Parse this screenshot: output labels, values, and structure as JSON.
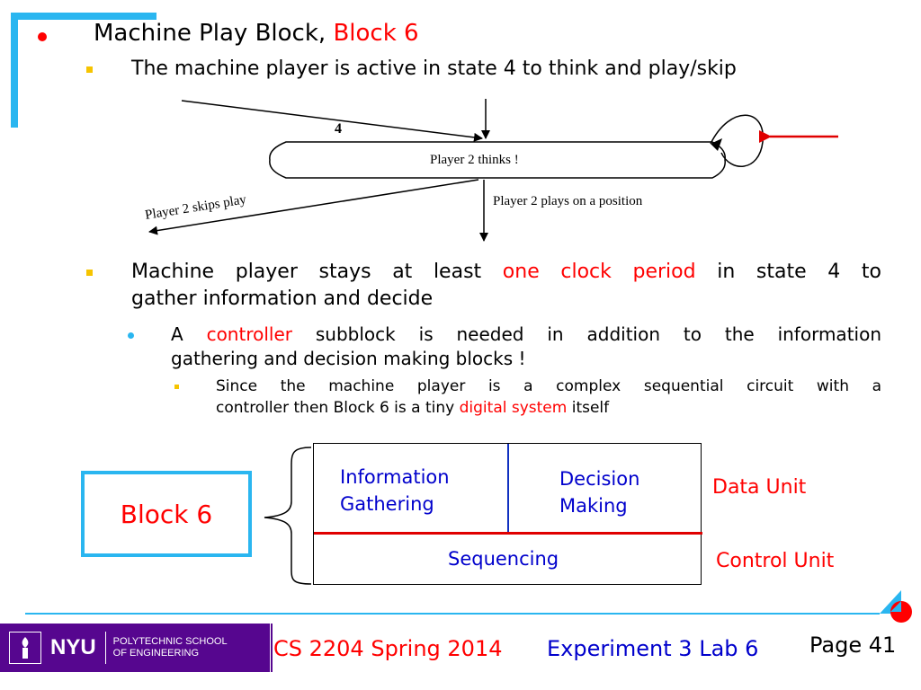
{
  "slide": {
    "title_prefix": "Machine Play Block, ",
    "title_highlight": "Block 6",
    "sub1": "The machine player is active in state 4 to think and play/skip",
    "diagram": {
      "state_number": "4",
      "state_label": "Player 2 thinks !",
      "skip_label": "Player 2 skips play",
      "play_label": "Player 2 plays on a position"
    },
    "bullet2": {
      "line1_a": "Machine player stays at least ",
      "line1_red": "one clock period",
      "line1_b": " in state 4 to",
      "line2": "gather information and decide"
    },
    "bullet3": {
      "a": "A ",
      "red": "controller",
      "b": " subblock is needed in addition to the information",
      "line2": "gathering and decision making blocks !"
    },
    "bullet4": {
      "line1": "Since the machine player is a complex sequential circuit with a",
      "line2_a": "controller then Block 6 is a tiny ",
      "line2_red": "digital system",
      "line2_b": " itself"
    },
    "block_label": "Block 6",
    "info_gathering_1": "Information",
    "info_gathering_2": "Gathering",
    "decision_1": "Decision",
    "decision_2": "Making",
    "sequencing": "Sequencing",
    "data_unit": "Data Unit",
    "control_unit": "Control Unit"
  },
  "footer": {
    "nyu": "NYU",
    "school_1": "POLYTECHNIC SCHOOL",
    "school_2": "OF ENGINEERING",
    "course": "CS 2204 Spring 2014",
    "experiment": "Experiment 3 Lab 6",
    "page_label": "Page 41"
  },
  "colors": {
    "accent_blue": "#2ab6f0",
    "red": "#ff0000",
    "nyu_purple": "#56068f"
  }
}
